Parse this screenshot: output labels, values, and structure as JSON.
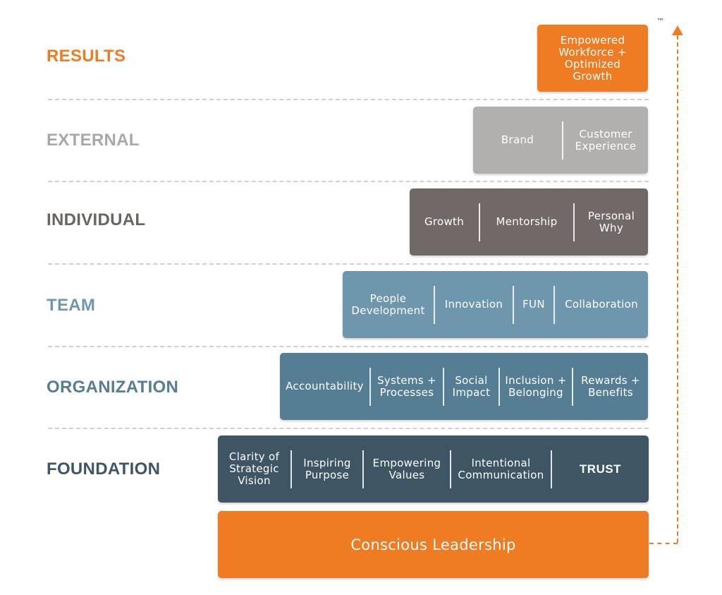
{
  "trademark": "™",
  "colors": {
    "orange": "#ef7b22",
    "external": "#b1b0af",
    "individual": "#706967",
    "team": "#6e97ae",
    "organization": "#557e95",
    "foundation": "#3e5663",
    "separator": "#cfcfcf"
  },
  "rows": {
    "results": {
      "label": "RESULTS",
      "items": [
        "Empowered\nWorkforce +\nOptimized\nGrowth"
      ]
    },
    "external": {
      "label": "EXTERNAL",
      "items": [
        "Brand",
        "Customer\nExperience"
      ]
    },
    "individual": {
      "label": "INDIVIDUAL",
      "items": [
        "Growth",
        "Mentorship",
        "Personal\nWhy"
      ]
    },
    "team": {
      "label": "TEAM",
      "items": [
        "People\nDevelopment",
        "Innovation",
        "FUN",
        "Collaboration"
      ]
    },
    "organization": {
      "label": "ORGANIZATION",
      "items": [
        "Accountability",
        "Systems +\nProcesses",
        "Social\nImpact",
        "Inclusion +\nBelonging",
        "Rewards +\nBenefits"
      ]
    },
    "foundation": {
      "label": "FOUNDATION",
      "items": [
        "Clarity of\nStrategic\nVision",
        "Inspiring\nPurpose",
        "Empowering\nValues",
        "Intentional\nCommunication",
        "TRUST"
      ]
    }
  },
  "base": {
    "label": "Conscious Leadership"
  },
  "arrow_icon": "dashed-up-arrow-icon"
}
